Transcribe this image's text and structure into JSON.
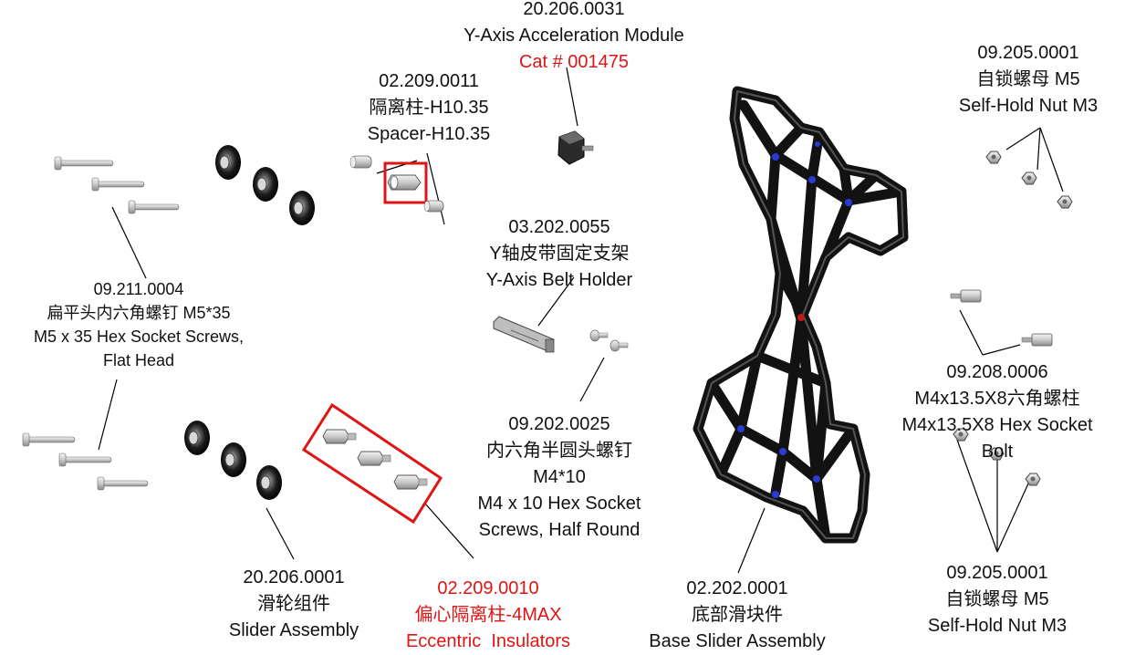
{
  "labels": {
    "y_axis_module": {
      "code": "20.206.0031",
      "name": "Y-Axis Acceleration Module",
      "cat": "Cat # 001475"
    },
    "spacer": {
      "code": "02.209.0011",
      "cn": "隔离柱-H10.35",
      "en": "Spacer-H10.35"
    },
    "self_hold_nut_top": {
      "code": "09.205.0001",
      "cn": "自锁螺母 M5",
      "en": "Self-Hold Nut M3"
    },
    "belt_holder": {
      "code": "03.202.0055",
      "cn": "Y轴皮带固定支架",
      "en": "Y-Axis Belt Holder"
    },
    "flat_head_screws": {
      "code": "09.211.0004",
      "cn": "扁平头内六角螺钉 M5*35",
      "en1": "M5 x 35 Hex Socket Screws,",
      "en2": "Flat Head"
    },
    "hex_socket_bolt": {
      "code": "09.208.0006",
      "cn": "M4x13.5X8六角螺柱",
      "en1": "M4x13.5X8 Hex Socket",
      "en2": "Bolt"
    },
    "half_round_screws": {
      "code": "09.202.0025",
      "cn1": "内六角半圆头螺钉",
      "cn2": "M4*10",
      "en1": "M4 x 10 Hex Socket",
      "en2": "Screws, Half Round"
    },
    "slider_assembly": {
      "code": "20.206.0001",
      "cn": "滑轮组件",
      "en": "Slider Assembly"
    },
    "eccentric_insulators": {
      "code": "02.209.0010",
      "cn": "偏心隔离柱-4MAX",
      "en": "Eccentric  Insulators"
    },
    "base_slider": {
      "code": "02.202.0001",
      "cn": "底部滑块件",
      "en": "Base Slider Assembly"
    },
    "self_hold_nut_bottom": {
      "code": "09.205.0001",
      "cn": "自锁螺母 M5",
      "en": "Self-Hold Nut M3"
    }
  },
  "colors": {
    "highlight": "#e01414",
    "text": "#111111",
    "part_dark": "#1a1a1a",
    "accent_blue": "#2a3bd6"
  }
}
